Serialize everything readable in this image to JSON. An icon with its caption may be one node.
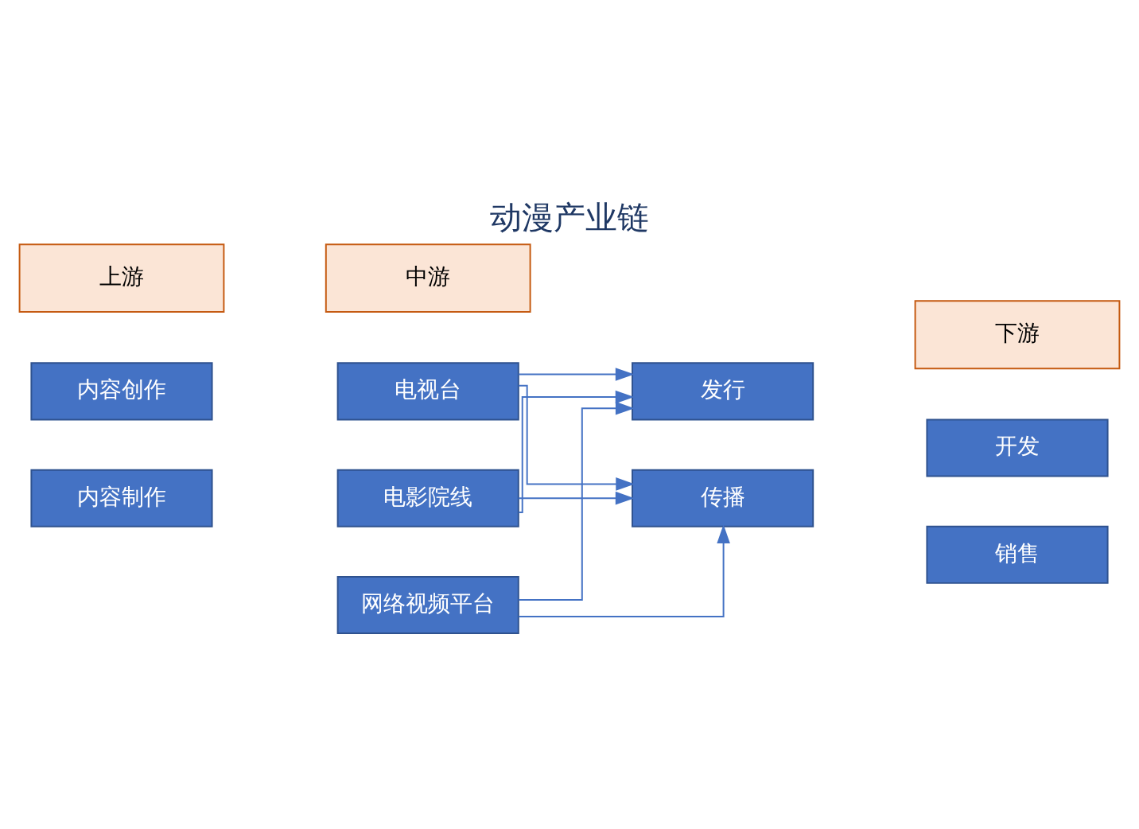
{
  "diagram": {
    "title": "动漫产业链",
    "nodes": [
      {
        "text": [
          "上游"
        ]
      },
      {
        "text": [
          "中游"
        ]
      },
      {
        "text": [
          "下游"
        ]
      },
      {
        "text": [
          "内容创作"
        ]
      },
      {
        "text": [
          "内容制作"
        ]
      },
      {
        "text": [
          "电视台"
        ]
      },
      {
        "text": [
          "电影院线"
        ]
      },
      {
        "text": [
          "网络视频平台"
        ]
      },
      {
        "text": [
          "发行"
        ]
      },
      {
        "text": [
          "传播"
        ]
      },
      {
        "text": [
          "开发"
        ]
      },
      {
        "text": [
          "销售"
        ]
      }
    ],
    "edges": [
      {
        "from": 5,
        "to": 8,
        "arrow": "to"
      },
      {
        "from": 5,
        "to": 9,
        "arrow": "to"
      },
      {
        "from": 6,
        "to": 8,
        "arrow": "to"
      },
      {
        "from": 6,
        "to": 9,
        "arrow": "to"
      },
      {
        "from": 7,
        "to": 8,
        "arrow": "to"
      },
      {
        "from": 7,
        "to": 9,
        "arrow": "to"
      }
    ]
  }
}
